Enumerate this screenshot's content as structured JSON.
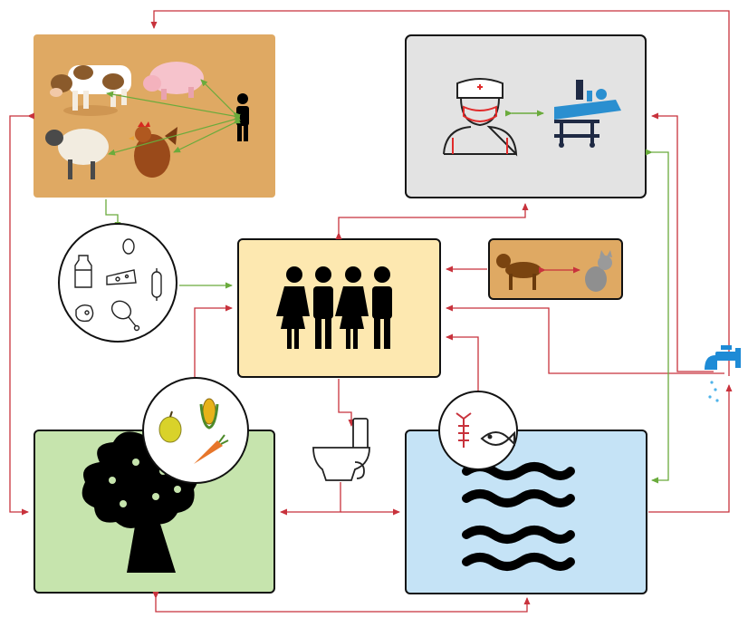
{
  "colors": {
    "link_red": "#c8323c",
    "link_green": "#6aab3c",
    "livestock_bg": "#dfa963",
    "hospital_bg": "#e3e3e3",
    "people_bg": "#fde8b0",
    "pets_bg": "#dfa963",
    "plants_bg": "#c6e4ad",
    "water_bg": "#c5e3f6",
    "silhouette": "#000000",
    "faucet": "#1e8bd6"
  },
  "nodes": [
    {
      "id": "livestock",
      "icon": "farm-animals-and-farmer-icon"
    },
    {
      "id": "healthcare",
      "icon": "nurse-and-hospital-bed-icon"
    },
    {
      "id": "animal-products",
      "icon": "milk-egg-cheese-sausage-meat-drumstick-icons"
    },
    {
      "id": "humans",
      "icon": "group-of-people-icon"
    },
    {
      "id": "pets",
      "icon": "dog-and-cat-icon"
    },
    {
      "id": "crops",
      "icon": "apple-corn-carrot-icons"
    },
    {
      "id": "seafood",
      "icon": "lobster-and-fish-icons"
    },
    {
      "id": "sanitation",
      "icon": "toilet-icon"
    },
    {
      "id": "plants",
      "icon": "tree-icon"
    },
    {
      "id": "water",
      "icon": "waves-icon"
    },
    {
      "id": "tap-water",
      "icon": "faucet-icon"
    }
  ]
}
